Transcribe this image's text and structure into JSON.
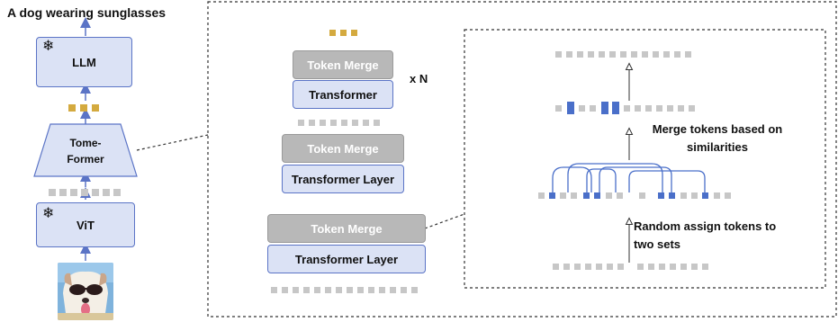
{
  "caption": "A dog wearing sunglasses",
  "left": {
    "llm": "LLM",
    "tomeformer_line1": "Tome-",
    "tomeformer_line2": "Former",
    "vit": "ViT"
  },
  "middle": {
    "token_merge": "Token Merge",
    "transformer": "Transformer",
    "repeat": "x N",
    "transformer_layer": "Transformer Layer"
  },
  "right": {
    "merge_line1": "Merge tokens based on",
    "merge_line2": "similarities",
    "random_line1": "Random assign tokens to",
    "random_line2": "two sets"
  },
  "colors": {
    "token_gray": "#c7c7c7",
    "token_blue": "#4a6fc9",
    "token_gold": "#d4aa3f",
    "box_fill": "#dbe2f5",
    "box_border": "#5b74c6",
    "merge_fill": "#b8b8b8"
  },
  "icons": {
    "frozen": "snowflake-icon",
    "input_image": "dog-photo-icon"
  }
}
